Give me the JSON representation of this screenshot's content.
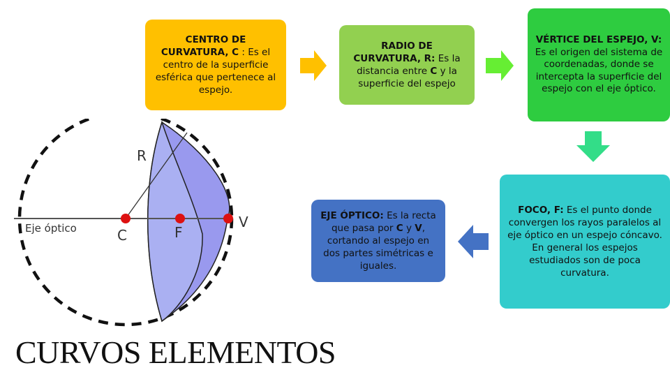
{
  "boxes": {
    "centro": {
      "term": "CENTRO DE CURVATURA, C",
      "desc": "Es el centro de la superficie esférica que pertenece al espejo."
    },
    "radio": {
      "term": "RADIO DE CURVATURA, R:",
      "desc_1": "Es la distancia entre",
      "c": "C",
      "desc_2": "y la superficie del espejo"
    },
    "vertice": {
      "term": "VÉRTICE DEL ESPEJO, V:",
      "desc": "Es el origen del sistema de coordenadas, donde se intercepta la superficie del espejo con el eje óptico."
    },
    "foco": {
      "term": "FOCO, F:",
      "desc": "Es el punto donde convergen los rayos paralelos al eje óptico en un espejo cóncavo. En general los espejos estudiados son de poca curvatura."
    },
    "eje": {
      "term": "EJE ÓPTICO:",
      "desc_1": "Es la recta que pasa por",
      "c": "C",
      "y": "y",
      "v": "V",
      "desc_2": ", cortando al espejo en dos partes simétricas e iguales."
    }
  },
  "diagram": {
    "axis_label": "Eje óptico",
    "label_r": "R",
    "label_c": "C",
    "label_f": "F",
    "label_v": "V"
  },
  "colors": {
    "centro": "#ffc000",
    "radio": "#92d050",
    "vertice": "#2ecc40",
    "foco": "#33cccc",
    "eje": "#4472c4",
    "arrow_yellow": "#ffc000",
    "arrow_lightgreen": "#66ee33",
    "arrow_green": "#33dd88",
    "arrow_blue": "#4472c4",
    "mirror": "#9999ee"
  },
  "title": "CURVOS ELEMENTOS"
}
